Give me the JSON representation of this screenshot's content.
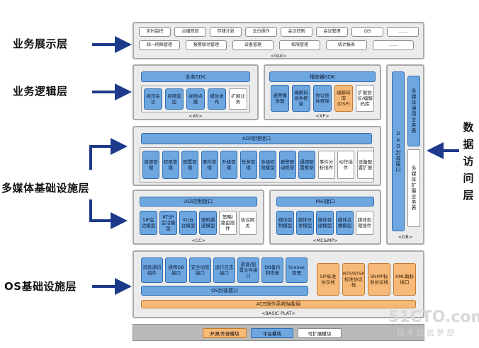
{
  "layers": {
    "presentation": "业务展示层",
    "logic": "业务逻辑层",
    "multimedia": "多媒体基础设施层",
    "os": "OS基础设施层",
    "data_access": "数据访问层"
  },
  "gui": {
    "row1": [
      "实时监控",
      "点播回放",
      "存储计划",
      "云台操作",
      "会议控制",
      "会议管理",
      "GIS",
      "……"
    ],
    "row2": [
      "统一网络管理",
      "报警联动管理",
      "设备管理",
      "权限管理",
      "统计报表",
      "……"
    ],
    "tag": "<GUI>"
  },
  "as": {
    "title": "业务SDK",
    "items": [
      "视讯会议",
      "视频监控",
      "视频点播",
      "媒体发布",
      "扩展业务"
    ],
    "tag": "<AS>"
  },
  "xp": {
    "title": "播放器SDK",
    "items": [
      "通用播放器",
      "编解码插件框架",
      "协议插件框架",
      "编解码库(DSP)",
      "扩展协议/编解码库"
    ],
    "tag": "<XP>"
  },
  "aoi": {
    "title": "AOI管理接口",
    "items": [
      "资源管理",
      "权限管理",
      "配置管理",
      "事件管理",
      "升级管理",
      "任务管理",
      "多级权限模型",
      "报警联动框架",
      "通用配置框架",
      "事件分析插件",
      "动作插件",
      "设备配置扩展"
    ]
  },
  "cc": {
    "title": "AOI控制接口",
    "items": [
      "SIP会话模型",
      "RTSP会话模型",
      "IO/云台模型",
      "透明通道模型",
      "策略/路由插件",
      "协议网关"
    ],
    "tag": "<CC>"
  },
  "mai": {
    "title": "MAI接口",
    "items": [
      "媒体控制模型",
      "媒体分发模型",
      "媒体存储模型",
      "媒体点播模型",
      "媒体处理插件"
    ],
    "tag": "<MC&MP>"
  },
  "db": {
    "dao": "DAO封装接口",
    "general": "多媒体通用业务表",
    "extend": "多媒体扩展业务表",
    "tag": "<DB>"
  },
  "basic": {
    "items": [
      "消息通讯组件",
      "通用DB接口",
      "安全加密接口",
      "运行日志接口",
      "资源/配置文件接口",
      "DB备份和恢复",
      "license管理"
    ],
    "os_api": "OS封装接口",
    "ace": "ACE操作系统抽象层",
    "protocols": [
      "SIP标准协议栈",
      "RTP/RTSP标准协议栈",
      "SNMP标准协议栈",
      "XML解析接口"
    ],
    "tag": "<BASIC PLAT>"
  },
  "legend": [
    "开源/外部模块",
    "平台模块",
    "可扩展模块"
  ],
  "watermark": {
    "brand": "51CTO.com",
    "slogan": "技术成就梦想"
  },
  "colors": {
    "platform": "#6ea6e0",
    "external": "#f7b978",
    "extensible": "#ffffff",
    "arrow": "#1d3a8a"
  }
}
